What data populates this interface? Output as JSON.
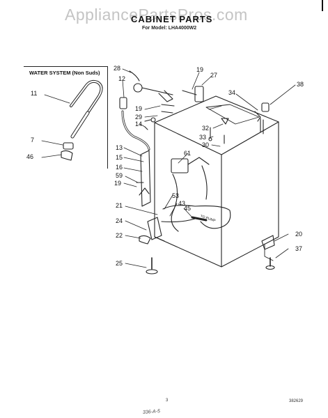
{
  "watermark": "AppliancePartsPros.com",
  "title": "CABINET PARTS",
  "subtitle": "For Model: LHA4000W2",
  "water_system_label": "WATER SYSTEM (Non Suds)",
  "callouts": [
    "28",
    "19",
    "12",
    "27",
    "38",
    "34",
    "19",
    "29",
    "14",
    "32",
    "33",
    "30",
    "61",
    "13",
    "15",
    "16",
    "59",
    "19",
    "53",
    "43",
    "45",
    "21",
    "24",
    "22",
    "25",
    "20",
    "37",
    "11",
    "7",
    "46"
  ],
  "pump_label": "TO PUMP",
  "footer": {
    "page_number": "3",
    "doc_number": "382629"
  },
  "hand_note": "336-A-5"
}
